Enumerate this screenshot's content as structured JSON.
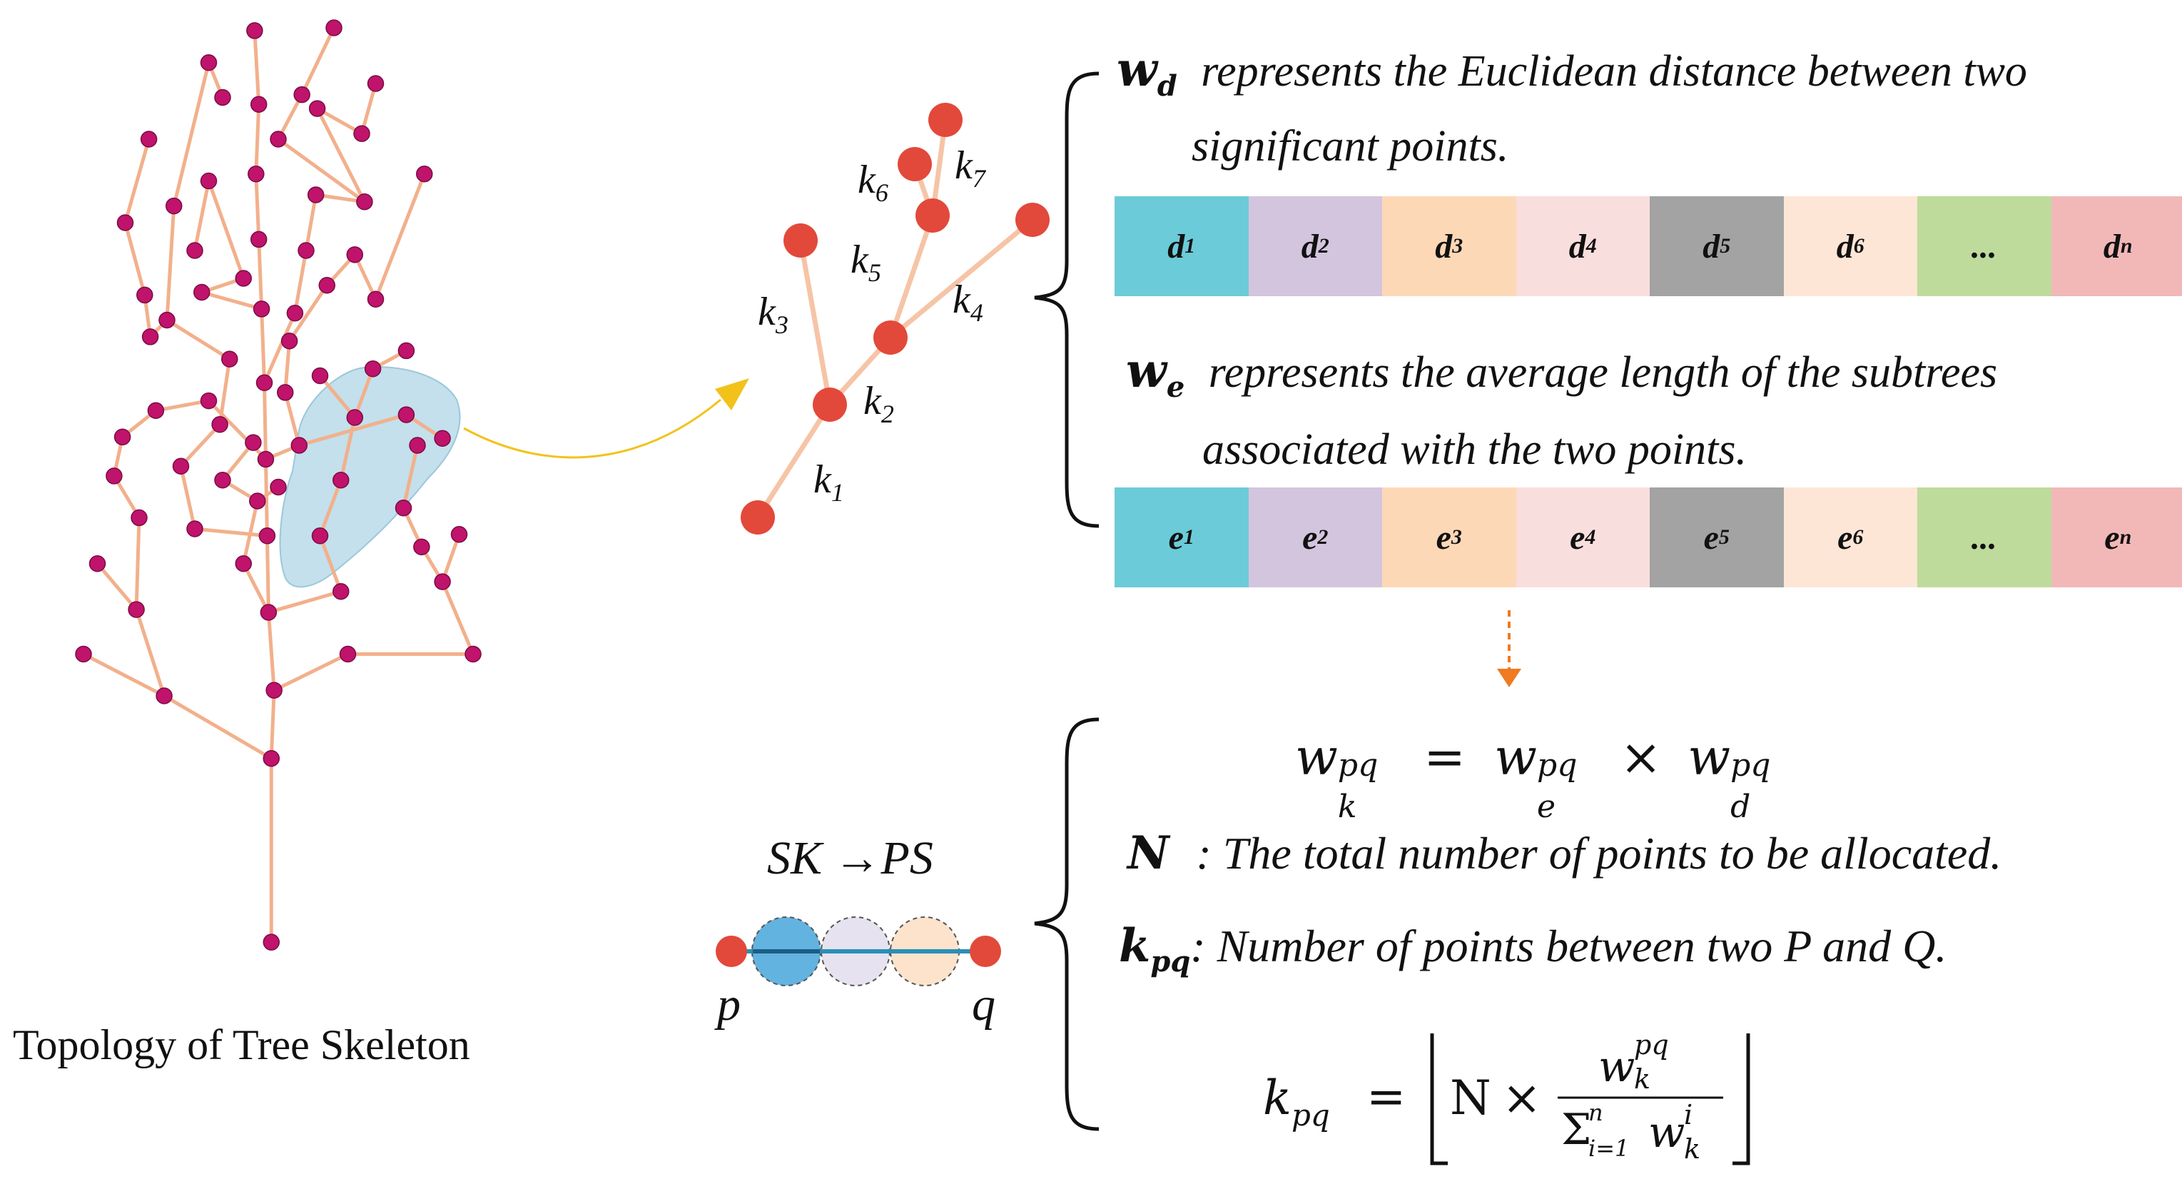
{
  "left": {
    "caption": "Topology of Tree Skeleton"
  },
  "colors": {
    "node": "#c0136b",
    "branch": "#f2b08c",
    "kpoint": "#e2493a",
    "highlight": "#b9dbe9",
    "arrow_yellow": "#f2c21b",
    "arrow_orange": "#f07a1f"
  },
  "subtree_labels": [
    {
      "base": "k",
      "sub": "1"
    },
    {
      "base": "k",
      "sub": "2"
    },
    {
      "base": "k",
      "sub": "3"
    },
    {
      "base": "k",
      "sub": "4"
    },
    {
      "base": "k",
      "sub": "5"
    },
    {
      "base": "k",
      "sub": "6"
    },
    {
      "base": "k",
      "sub": "7"
    }
  ],
  "wd": {
    "symbol": "w",
    "sub": "d",
    "line1": "represents the Euclidean distance between two",
    "line2": "significant points."
  },
  "we": {
    "symbol": "w",
    "sub": "e",
    "line1": "represents the average length of the subtrees",
    "line2": "associated with the two points."
  },
  "d_cells": [
    {
      "base": "d",
      "sub": "1",
      "color": "#6ccbd8"
    },
    {
      "base": "d",
      "sub": "2",
      "color": "#d3c5de"
    },
    {
      "base": "d",
      "sub": "3",
      "color": "#fdd8b6"
    },
    {
      "base": "d",
      "sub": "4",
      "color": "#f9dede"
    },
    {
      "base": "d",
      "sub": "5",
      "color": "#a3a3a3"
    },
    {
      "base": "d",
      "sub": "6",
      "color": "#fde6d6"
    },
    {
      "base": "...",
      "sub": "",
      "color": "#bedb9c"
    },
    {
      "base": "d",
      "sub": "n",
      "color": "#f2b8b8"
    }
  ],
  "e_cells": [
    {
      "base": "e",
      "sub": "1",
      "color": "#6ccbd8"
    },
    {
      "base": "e",
      "sub": "2",
      "color": "#d3c5de"
    },
    {
      "base": "e",
      "sub": "3",
      "color": "#fdd8b6"
    },
    {
      "base": "e",
      "sub": "4",
      "color": "#f9dede"
    },
    {
      "base": "e",
      "sub": "5",
      "color": "#a3a3a3"
    },
    {
      "base": "e",
      "sub": "6",
      "color": "#fde6d6"
    },
    {
      "base": "...",
      "sub": "",
      "color": "#bedb9c"
    },
    {
      "base": "e",
      "sub": "n",
      "color": "#f2b8b8"
    }
  ],
  "formula1": {
    "lhs": "w",
    "lhs_sub": "k",
    "sup": "pq",
    "eq": "=",
    "t1": "w",
    "t1_sub": "e",
    "times": "×",
    "t2": "w",
    "t2_sub": "d"
  },
  "n_def": {
    "symbol": "N",
    "text": ": The total number of points to be allocated."
  },
  "kpq_def": {
    "symbol": "k",
    "sub": "pq",
    "text": ": Number of points between two P and Q."
  },
  "formula2": {
    "lhs": "k",
    "lhs_sub": "pq",
    "eq": "=",
    "N": "N",
    "times": "×",
    "num": "w",
    "num_sub": "k",
    "num_sup": "pq",
    "den_sum": "Σ",
    "den_from": "i=1",
    "den_to": "n",
    "den": "w",
    "den_sub": "k",
    "den_sup": "i"
  },
  "sk_ps": {
    "label": "SK →PS",
    "p": "p",
    "q": "q",
    "circle_colors": [
      "#63b3e0",
      "#e6e2ef",
      "#fde3cc"
    ]
  }
}
